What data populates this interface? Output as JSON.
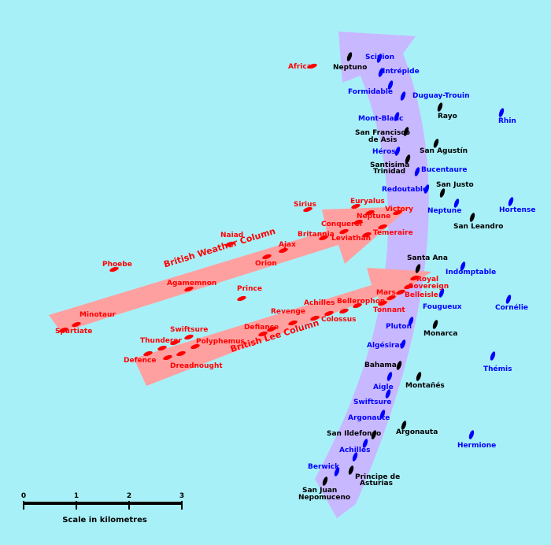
{
  "colors": {
    "sea": "#a8f0f8",
    "british": "#ff0000",
    "french": "#0000ff",
    "spanish": "#000000",
    "british_arrow": "#ffa0a0",
    "allied_arrow": "#c8b8ff"
  },
  "arrows": {
    "weather_column_label": "British Weather Column",
    "lee_column_label": "British Lee Column"
  },
  "scale": {
    "title": "Scale in kilometres",
    "ticks": [
      "0",
      "1",
      "2",
      "3"
    ]
  },
  "ship_labels": {
    "british": [
      "Africa",
      "Sirius",
      "Euryalus",
      "Victory",
      "Neptune",
      "Conqueror",
      "Temeraire",
      "Leviathan",
      "Britannia",
      "Ajax",
      "Orion",
      "Naiad",
      "Phoebe",
      "Agamemnon",
      "Prince",
      "Minotaur",
      "Spartiate",
      "Royal",
      "Sovereign",
      "Mars",
      "Belleisle",
      "Tonnant",
      "Bellerophon",
      "Colossus",
      "Achilles",
      "Revenge",
      "Defiance",
      "Swiftsure",
      "Thunderer",
      "Polyphemus",
      "Defence",
      "Dreadnought"
    ],
    "french": [
      "Scipion",
      "Intrépide",
      "Formidable",
      "Duguay-Trouin",
      "Mont-Blanc",
      "Rhin",
      "Héros",
      "Bucentaure",
      "Redoutable",
      "Neptune",
      "Hortense",
      "Indomptable",
      "Fougueux",
      "Cornélie",
      "Pluton",
      "Algésiras",
      "Thémis",
      "Aigle",
      "Swiftsure",
      "Argonaute",
      "Hermione",
      "Achilles",
      "Berwick"
    ],
    "spanish": [
      "Neptuno",
      "Rayo",
      "San Francisco",
      "de Asis",
      "San Agustín",
      "Santisima",
      "Trinidad",
      "San Justo",
      "San Leandro",
      "Santa Ana",
      "Monarca",
      "Bahama",
      "Montañés",
      "San Ildefonso",
      "Argonauta",
      "Principe de",
      "Asturias",
      "San Juan",
      "Nepomuceno"
    ]
  }
}
